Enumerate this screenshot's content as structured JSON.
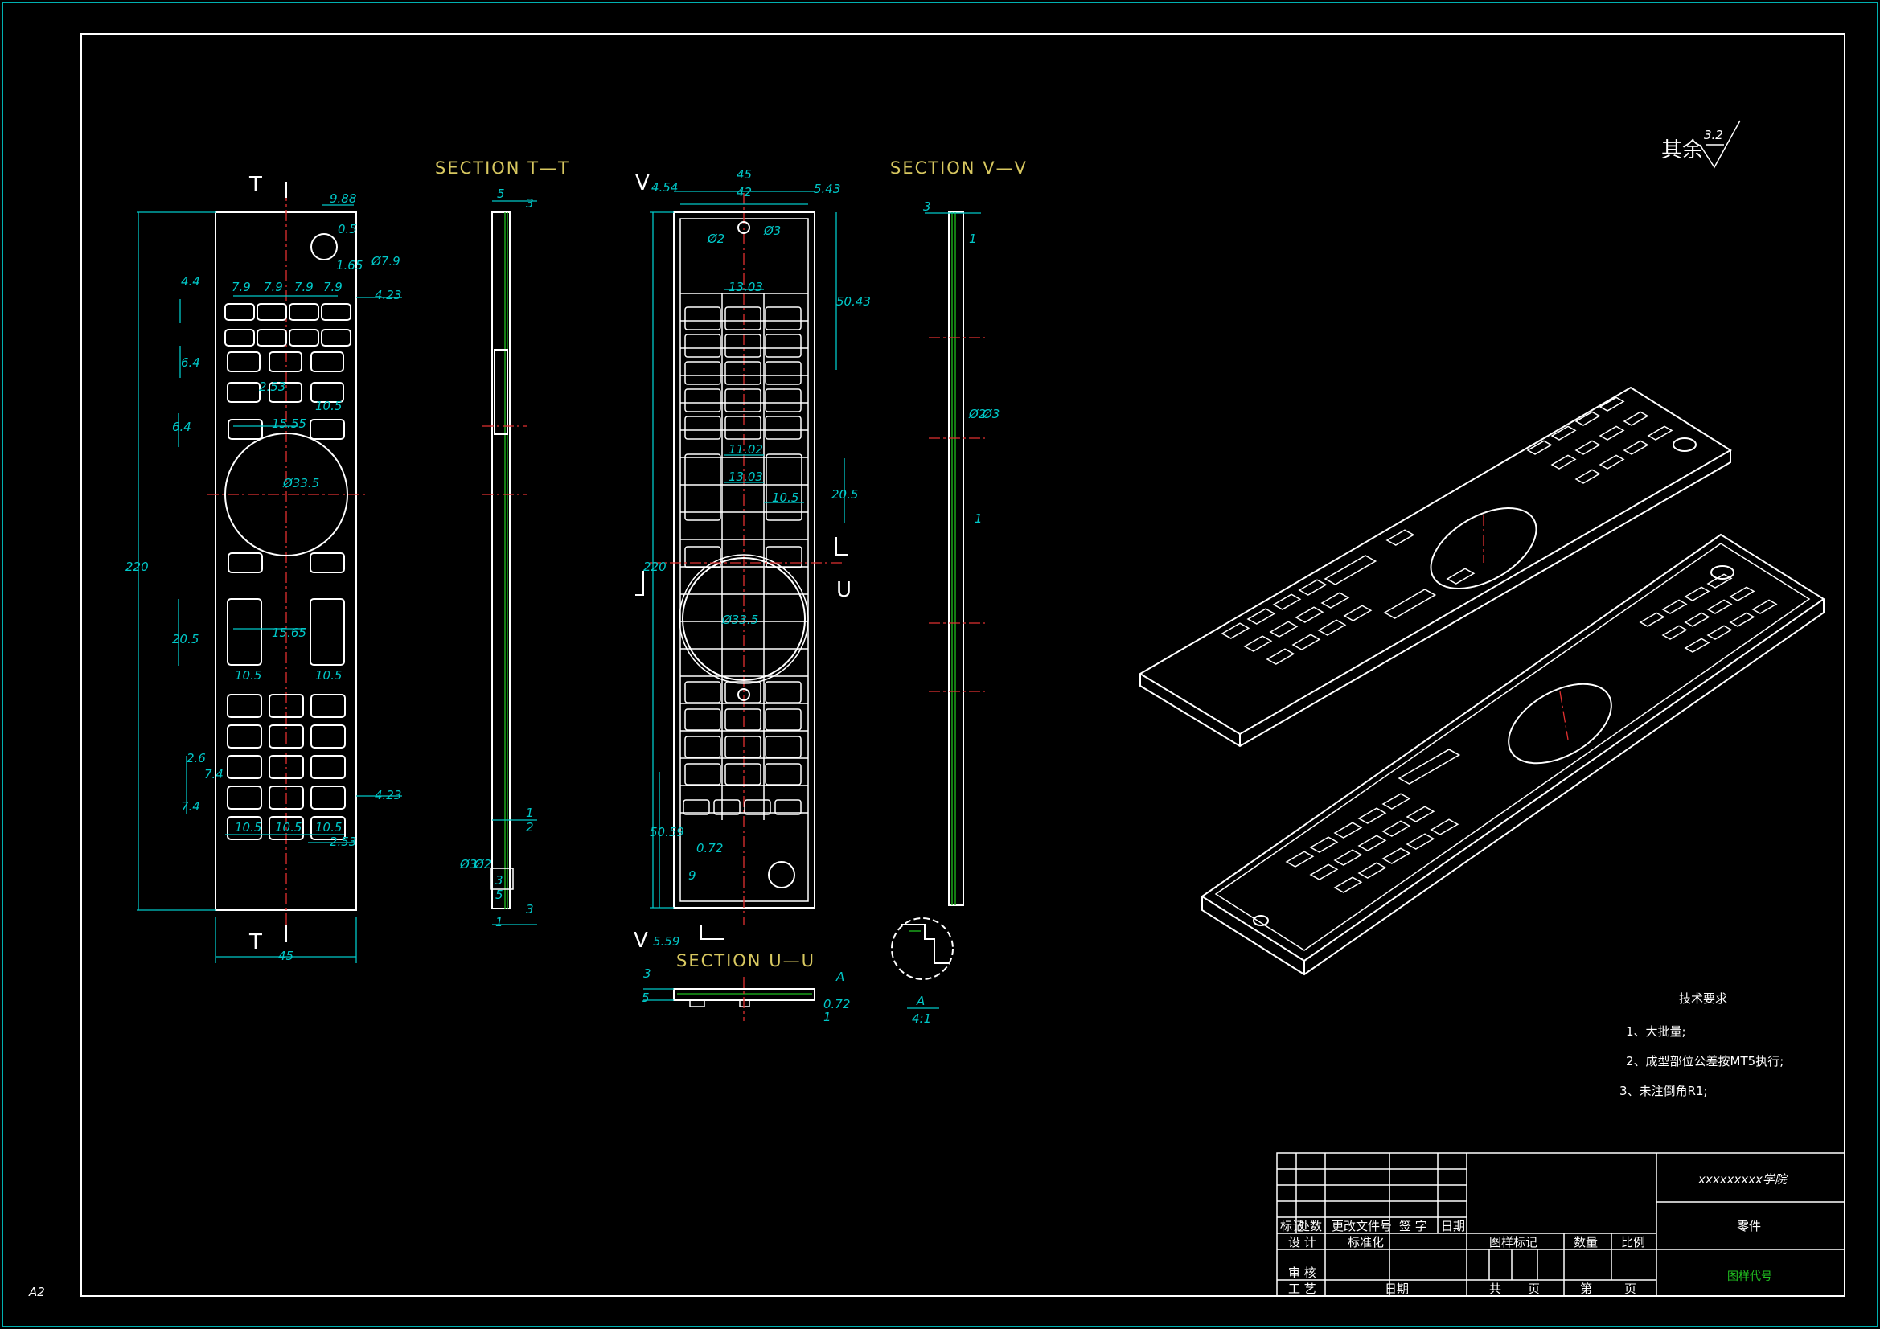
{
  "sheet": {
    "size_label": "A2"
  },
  "roughness": {
    "prefix": "其余",
    "value": "3.2"
  },
  "sections": {
    "t": "SECTION T—T",
    "v": "SECTION V—V",
    "u": "SECTION U—U"
  },
  "cut_labels": {
    "t": "T",
    "v": "V",
    "u": "U"
  },
  "detail": {
    "letter": "A",
    "scale": "4:1"
  },
  "dims": {
    "top_view": {
      "d1": "9.88",
      "d2": "0.5",
      "d3": "1.65",
      "d4": "Ø7.9",
      "d5": "4.4",
      "d6": "7.9",
      "d7": "4.23",
      "d8": "6.4",
      "d9": "2.53",
      "d10": "10.5",
      "d11": "15.55",
      "d12": "Ø33.5",
      "d13": "220",
      "d14": "20.5",
      "d15": "15.65",
      "d16": "2.6",
      "d17": "7.4",
      "d18": "45"
    },
    "section_t": {
      "a": "5",
      "b": "3",
      "c": "1",
      "d": "2",
      "e": "Ø3",
      "f": "Ø2"
    },
    "bottom_view": {
      "a": "4.54",
      "b": "45",
      "c": "42",
      "d": "5.43",
      "e": "Ø3",
      "f": "Ø2",
      "g": "13.03",
      "h": "50.43",
      "i": "11.02",
      "j": "20.5",
      "k": "220",
      "l": "50.59",
      "m": "0.72",
      "n": "5.59",
      "o": "9"
    },
    "section_v": {
      "a": "3",
      "b": "1",
      "c": "Ø2",
      "d": "Ø3"
    },
    "section_u": {
      "a": "3",
      "b": "5",
      "c": "0.72",
      "d": "1"
    }
  },
  "tech_req": {
    "title": "技术要求",
    "items": [
      "1、大批量;",
      "2、成型部位公差按MT5执行;",
      "3、未注倒角R1;"
    ]
  },
  "title_block": {
    "school": "xxxxxxxxx学院",
    "part": "零件",
    "drawing_no": "图样代号",
    "headers": [
      "标记",
      "处数",
      "更改文件号",
      "签 字",
      "日期"
    ],
    "rows": [
      "设 计",
      "标准化",
      "审 核",
      "工 艺",
      "日期"
    ],
    "mid": [
      "图样标记",
      "数量",
      "比例"
    ],
    "bottom": [
      "共",
      "页",
      "第",
      "页"
    ]
  },
  "colors": {
    "outline": "#ffffff",
    "dimension": "#00c8c8",
    "center": "#e03030",
    "section": "#20c020",
    "heading": "#d8c860"
  }
}
